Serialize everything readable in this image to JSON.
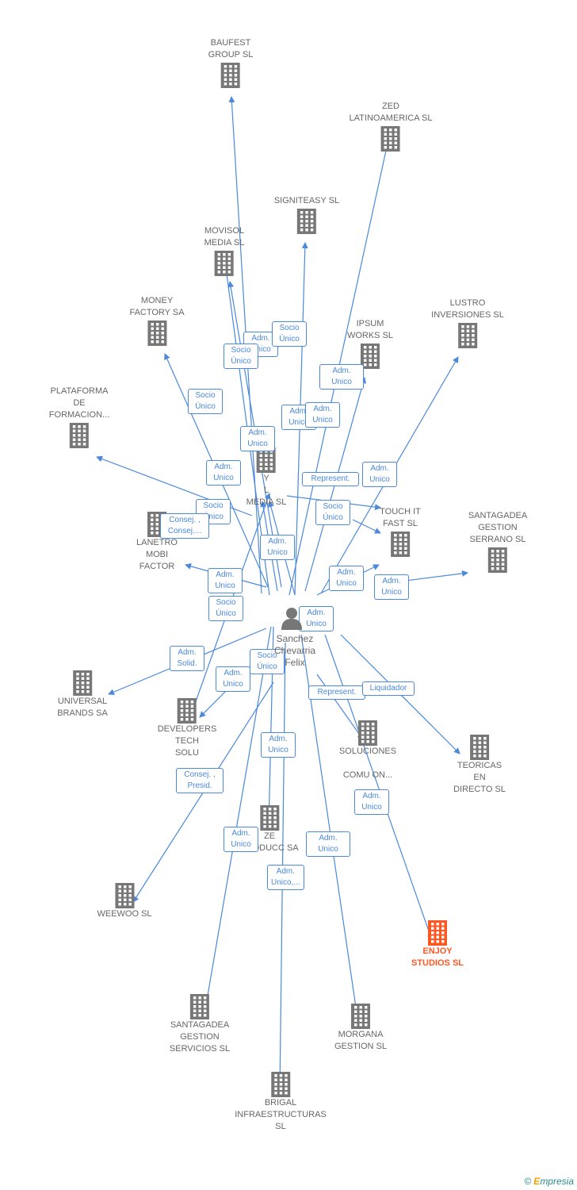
{
  "nodes": [
    {
      "id": "baufest",
      "label": "BAUFEST\nGROUP  SL"
    },
    {
      "id": "zed_latam",
      "label": "ZED\nLATINOAMERICA SL"
    },
    {
      "id": "signiteasy",
      "label": "SIGNITEASY SL"
    },
    {
      "id": "movisol",
      "label": "MOVISOL\nMEDIA SL"
    },
    {
      "id": "lustro",
      "label": "LUSTRO\nINVERSIONES SL"
    },
    {
      "id": "money",
      "label": "MONEY\nFACTORY SA"
    },
    {
      "id": "ipsum",
      "label": "IPSUM\nWORKS  SL"
    },
    {
      "id": "plataforma",
      "label": "PLATAFORMA\nDE\nFORMACION..."
    },
    {
      "id": "media",
      "label": "Y\nL\nMEDIA  SL"
    },
    {
      "id": "lanetro",
      "label": "LANETRO\nMOBI\nFACTOR"
    },
    {
      "id": "touch",
      "label": "TOUCH IT\nFAST SL"
    },
    {
      "id": "santagadea_serrano",
      "label": "SANTAGADEA\nGESTION\nSERRANO  SL"
    },
    {
      "id": "universal",
      "label": "UNIVERSAL\nBRANDS SA"
    },
    {
      "id": "developers",
      "label": "DEVELOPERS\nTECH\nSOLU"
    },
    {
      "id": "soluciones",
      "label": "SOLUCIONES\n\nCOMU     ON..."
    },
    {
      "id": "teoricas",
      "label": "TEORICAS\nEN\nDIRECTO SL"
    },
    {
      "id": "zed_producciones",
      "label": "ZE\nPRODUCC      SA"
    },
    {
      "id": "weewoo",
      "label": "WEEWOO  SL"
    },
    {
      "id": "enjoy",
      "label": "ENJOY\nSTUDIOS  SL"
    },
    {
      "id": "santagadea_servicios",
      "label": "SANTAGADEA\nGESTION\nSERVICIOS  SL"
    },
    {
      "id": "morgana",
      "label": "MORGANA\nGESTION  SL"
    },
    {
      "id": "brigal",
      "label": "BRIGAL\nINFRAESTRUCTURAS\nSL"
    }
  ],
  "person": {
    "label": "Sanchez\nChevarria\nFelix"
  },
  "edge_labels": [
    "Adm.\nUnico",
    "Socio\nÚnico",
    "Socio\nÚnico",
    "Socio\nÚnico",
    "Adm.\nUnico",
    "Adm.\nUnico",
    "Adm.\nUnico",
    "Adm.\nUnico",
    "Adm.\nUnico",
    "Represent.",
    "Adm.\nUnico",
    "Socio\nÚnico",
    "Socio\nÚnico",
    "Consej. ,\nConsej....",
    "Adm.\nUnico",
    "Adm.\nUnico",
    "Adm.\nUnico",
    "Adm.\nUnico",
    "Socio\nÚnico",
    "Adm.\nUnico",
    "Adm.\nSolid.",
    "Adm.\nUnico",
    "Socio\nÚnico",
    "Represent.",
    "Liquidador",
    "Adm.\nUnico",
    "Consej. ,\nPresid.",
    "Adm.\nUnico",
    "Adm.\nUnico",
    "Adm.\nUnico,...",
    "Adm.\nUnico"
  ],
  "footer": {
    "copyright": "©",
    "brand_first": "E",
    "brand_rest": "mpresia"
  },
  "colors": {
    "edge": "#4a89dc",
    "building": "#777777",
    "focal": "#ff5722",
    "text": "#666666"
  },
  "icons": {
    "company": "building-icon",
    "person": "person-icon"
  }
}
